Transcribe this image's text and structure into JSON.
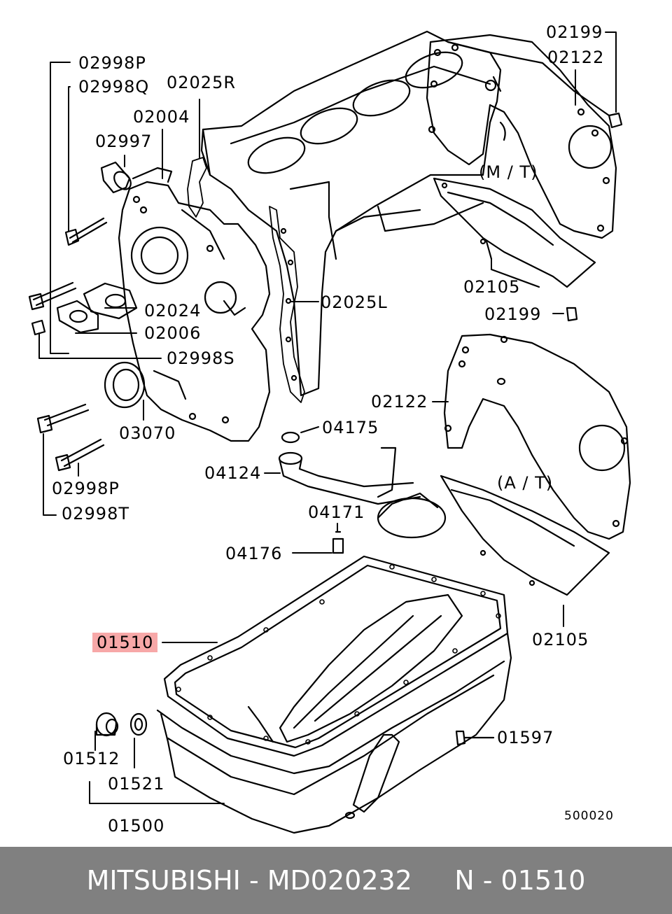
{
  "diagram": {
    "labels": {
      "l_02998P_a": "02998P",
      "l_02998Q": "02998Q",
      "l_02025R": "02025R",
      "l_02004": "02004",
      "l_02997": "02997",
      "l_02024": "02024",
      "l_02006": "02006",
      "l_02998S": "02998S",
      "l_03070": "03070",
      "l_02998P_b": "02998P",
      "l_02998T": "02998T",
      "l_02199_a": "02199",
      "l_02122_a": "02122",
      "l_MT": "(M / T)",
      "l_02105_a": "02105",
      "l_02199_b": "02199",
      "l_02025L": "02025L",
      "l_02122_b": "02122",
      "l_AT": "(A / T)",
      "l_04175": "04175",
      "l_04124": "04124",
      "l_04171": "04171",
      "l_04176": "04176",
      "l_02105_b": "02105",
      "l_01510": "01510",
      "l_01597": "01597",
      "l_01512": "01512",
      "l_01521": "01521",
      "l_01500": "01500"
    },
    "figure_code": "500020"
  },
  "footer": {
    "text": "MITSUBISHI - MD020232     N - 01510"
  },
  "colors": {
    "highlight": "#f7a8a8",
    "footer_bg": "#808080",
    "footer_text": "#ffffff",
    "line": "#000000"
  }
}
